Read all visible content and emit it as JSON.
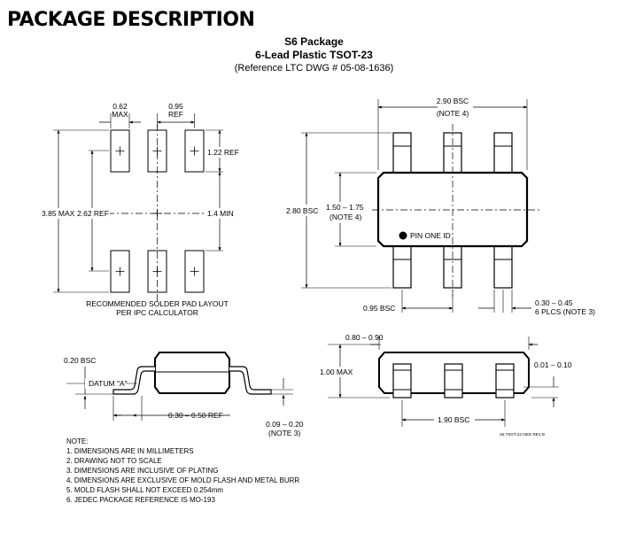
{
  "header": {
    "title": "PACKAGE DESCRIPTION"
  },
  "package": {
    "name": "S6 Package",
    "type": "6-Lead Plastic TSOT-23",
    "reference": "(Reference LTC DWG # 05-08-1636)"
  },
  "pad_layout": {
    "pad_width": "0.62",
    "pad_width_sub": "MAX",
    "pitch": "0.95",
    "pitch_sub": "REF",
    "pad_length": "1.22 REF",
    "overall": "3.85 MAX",
    "center": "2.62 REF",
    "gap": "1.4 MIN",
    "caption_1": "RECOMMENDED SOLDER PAD LAYOUT",
    "caption_2": "PER IPC CALCULATOR"
  },
  "top_view": {
    "width": "2.90 BSC",
    "width_note": "(NOTE 4)",
    "height": "2.80 BSC",
    "body": "1.50 – 1.75",
    "body_note": "(NOTE 4)",
    "pin_one": "PIN ONE ID",
    "pitch": "0.95 BSC",
    "lead_width": "0.30 – 0.45",
    "lead_note": "6 PLCS (NOTE 3)"
  },
  "side_view": {
    "lead_thickness": "0.20 BSC",
    "datum": "DATUM \"A\"",
    "foot": "0.30 – 0.50 REF",
    "clearance": "0.09 – 0.20",
    "clearance_note": "(NOTE 3)"
  },
  "end_view": {
    "body_thickness": "0.80 – 0.90",
    "max_height": "1.00 MAX",
    "standoff": "0.01 – 0.10",
    "lead_span": "1.90 BSC",
    "drawing_id": "S6 TSOT-23 0302 REV B"
  },
  "notes": {
    "title": "NOTE:",
    "items": [
      "1. DIMENSIONS ARE IN MILLIMETERS",
      "2. DRAWING NOT TO SCALE",
      "3. DIMENSIONS ARE INCLUSIVE OF PLATING",
      "4. DIMENSIONS ARE EXCLUSIVE OF MOLD FLASH AND METAL BURR",
      "5. MOLD FLASH SHALL NOT EXCEED 0.254mm",
      "6. JEDEC PACKAGE REFERENCE IS MO-193"
    ]
  }
}
